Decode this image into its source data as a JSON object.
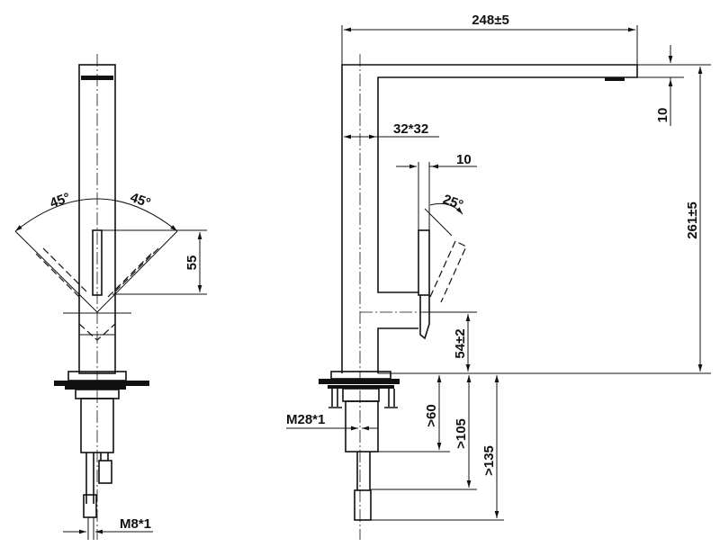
{
  "front_view": {
    "angle_left": "45°",
    "angle_right": "45°",
    "lever_height": "55",
    "hose_thread": "M8*1"
  },
  "side_view": {
    "spout_reach": "248±5",
    "spout_thickness": "10",
    "tube_section": "32*32",
    "handle_width": "10",
    "handle_angle": "25°",
    "total_height": "261±5",
    "handle_height": "54±2",
    "thread": "M28*1",
    "min_depth_1": ">60",
    "min_depth_2": ">105",
    "min_depth_3": ">135"
  }
}
